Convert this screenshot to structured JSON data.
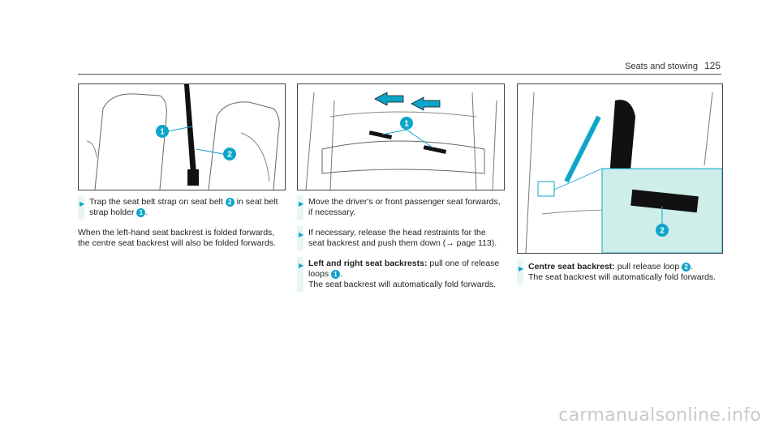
{
  "header": {
    "section": "Seats and stowing",
    "page_number": "125"
  },
  "figure_callouts": {
    "one": "1",
    "two": "2"
  },
  "col1": {
    "step1_a": "Trap the seat belt strap on seat belt",
    "step1_b": "in seat belt strap holder",
    "step1_c": ".",
    "note": "When the left-hand seat backrest is folded forwards, the centre seat backrest will also be folded forwards."
  },
  "col2": {
    "step1": "Move the driver's or front passenger seat forwards, if necessary.",
    "step2": "If necessary, release the head restraints for the seat backrest and push them down (→ page 113).",
    "step3_bold": "Left and right seat backrests:",
    "step3_a": "pull one of release loops",
    "step3_b": ".",
    "step3_c": "The seat backrest will automatically fold forwards."
  },
  "col3": {
    "step1_bold": "Centre seat backrest:",
    "step1_a": "pull release loop",
    "step1_b": ".",
    "step1_c": "The seat backrest will automatically fold forwards."
  },
  "watermark": "carmanualsonline.info",
  "colors": {
    "accent": "#0ea5c9",
    "step_band": "#e8f6f3",
    "inset": "#cdeee9"
  }
}
